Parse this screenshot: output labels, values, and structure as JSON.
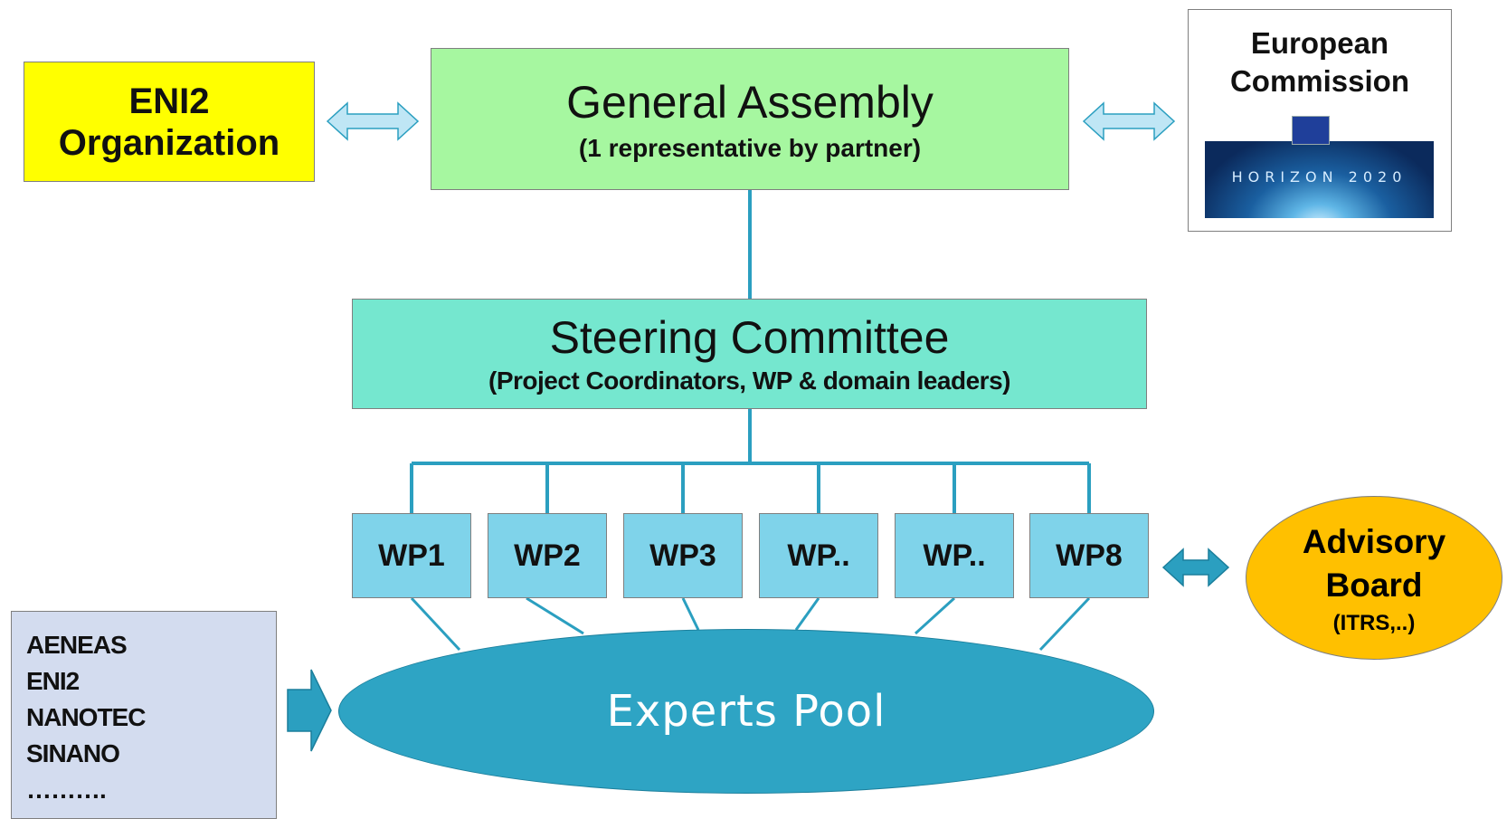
{
  "nodes": {
    "eni2_organization": {
      "line1": "ENI2",
      "line2": "Organization"
    },
    "general_assembly": {
      "title": "General Assembly",
      "subtitle": "(1 representative by partner)"
    },
    "european_commission": {
      "line1": "European",
      "line2": "Commission",
      "logo_text": "HORIZON 2020"
    },
    "steering_committee": {
      "title": "Steering Committee",
      "subtitle": "(Project Coordinators, WP & domain leaders)"
    },
    "work_packages": [
      "WP1",
      "WP2",
      "WP3",
      "WP..",
      "WP..",
      "WP8"
    ],
    "advisory_board": {
      "line1": "Advisory",
      "line2": "Board",
      "subtitle": "(ITRS,..)"
    },
    "experts_pool": {
      "label": "Experts Pool"
    },
    "members_list": {
      "items": [
        "AENEAS",
        "ENI2",
        "NANOTEC",
        "SINANO",
        "………."
      ]
    }
  },
  "colors": {
    "eni2_organization": "#ffff00",
    "general_assembly": "#a6f7a0",
    "steering_committee": "#75e7cf",
    "work_package": "#7fd3ea",
    "advisory_board": "#ffc000",
    "experts_pool": "#2ea4c4",
    "members_list": "#d3dcef",
    "connector_line": "#2b9fc0",
    "light_arrow": "#bfe6f5",
    "dark_arrow": "#2b9fc0"
  }
}
